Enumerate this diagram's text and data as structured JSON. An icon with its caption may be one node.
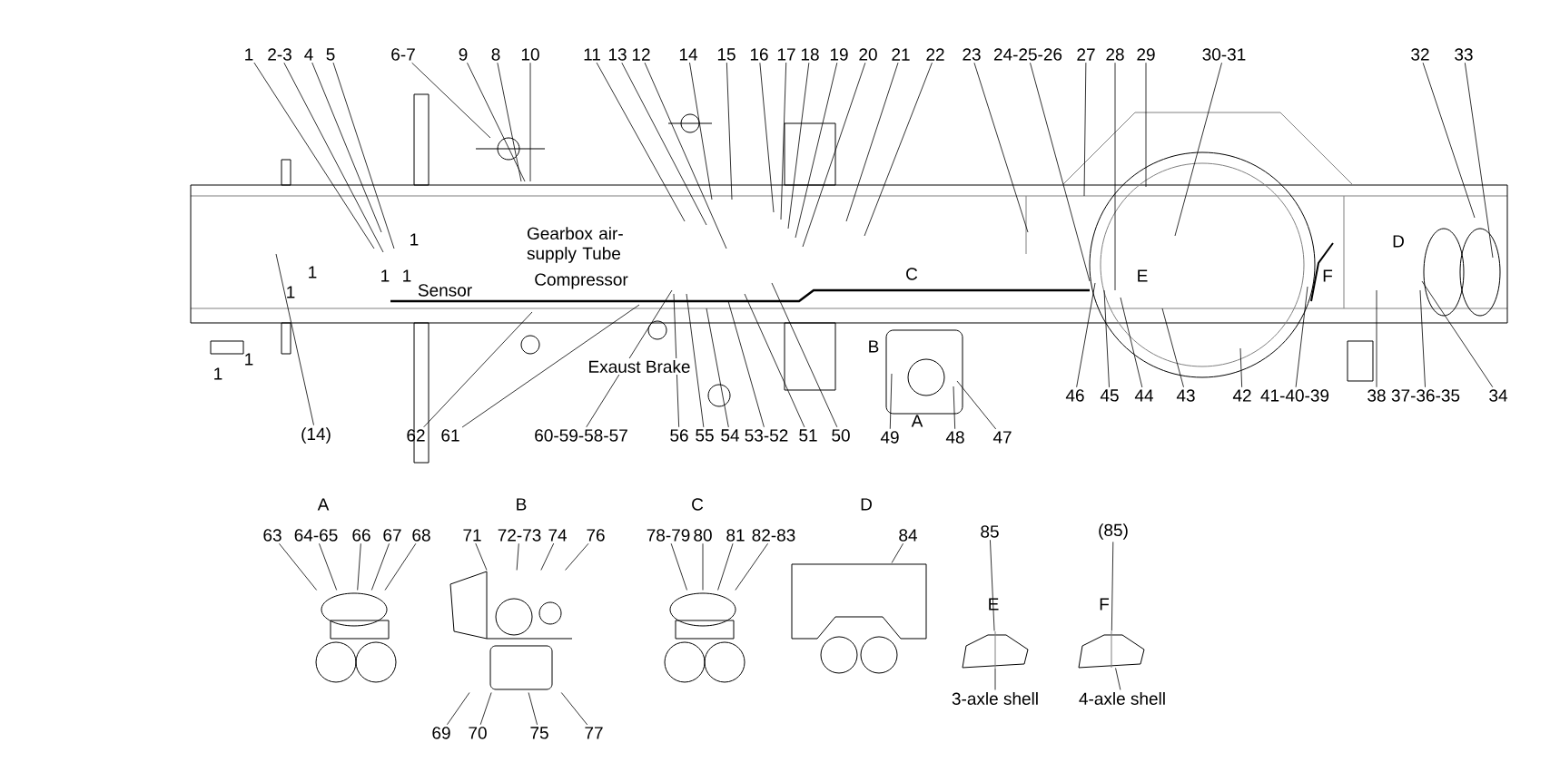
{
  "diagram": {
    "nodes": [
      {
        "text": [
          "1"
        ]
      },
      {
        "text": [
          "2-3"
        ]
      },
      {
        "text": [
          "4"
        ]
      },
      {
        "text": [
          "5"
        ]
      },
      {
        "text": [
          "6-7"
        ]
      },
      {
        "text": [
          "9"
        ]
      },
      {
        "text": [
          "8"
        ]
      },
      {
        "text": [
          "10"
        ]
      },
      {
        "text": [
          "11"
        ]
      },
      {
        "text": [
          "13"
        ]
      },
      {
        "text": [
          "12"
        ]
      },
      {
        "text": [
          "14"
        ]
      },
      {
        "text": [
          "15"
        ]
      },
      {
        "text": [
          "16"
        ]
      },
      {
        "text": [
          "17"
        ]
      },
      {
        "text": [
          "18"
        ]
      },
      {
        "text": [
          "19"
        ]
      },
      {
        "text": [
          "20"
        ]
      },
      {
        "text": [
          "21"
        ]
      },
      {
        "text": [
          "22"
        ]
      },
      {
        "text": [
          "23"
        ]
      },
      {
        "text": [
          "24-25-26"
        ]
      },
      {
        "text": [
          "27"
        ]
      },
      {
        "text": [
          "28"
        ]
      },
      {
        "text": [
          "29"
        ]
      },
      {
        "text": [
          "30-31"
        ]
      },
      {
        "text": [
          "32"
        ]
      },
      {
        "text": [
          "33"
        ]
      },
      {
        "text": [
          "(14)"
        ]
      },
      {
        "text": [
          "62"
        ]
      },
      {
        "text": [
          "61"
        ]
      },
      {
        "text": [
          "60-59-58-57"
        ]
      },
      {
        "text": [
          "56"
        ]
      },
      {
        "text": [
          "55"
        ]
      },
      {
        "text": [
          "54"
        ]
      },
      {
        "text": [
          "53-52"
        ]
      },
      {
        "text": [
          "51"
        ]
      },
      {
        "text": [
          "50"
        ]
      },
      {
        "text": [
          "49"
        ]
      },
      {
        "text": [
          "48"
        ]
      },
      {
        "text": [
          "47"
        ]
      },
      {
        "text": [
          "46"
        ]
      },
      {
        "text": [
          "45"
        ]
      },
      {
        "text": [
          "44"
        ]
      },
      {
        "text": [
          "43"
        ]
      },
      {
        "text": [
          "42"
        ]
      },
      {
        "text": [
          "41-40-39"
        ]
      },
      {
        "text": [
          "38"
        ]
      },
      {
        "text": [
          "37-36-35"
        ]
      },
      {
        "text": [
          "34"
        ]
      },
      {
        "text": [
          "63"
        ]
      },
      {
        "text": [
          "64-65"
        ]
      },
      {
        "text": [
          "66"
        ]
      },
      {
        "text": [
          "67"
        ]
      },
      {
        "text": [
          "68"
        ]
      },
      {
        "text": [
          "71"
        ]
      },
      {
        "text": [
          "72-73"
        ]
      },
      {
        "text": [
          "74"
        ]
      },
      {
        "text": [
          "76"
        ]
      },
      {
        "text": [
          "78-79"
        ]
      },
      {
        "text": [
          "80"
        ]
      },
      {
        "text": [
          "81"
        ]
      },
      {
        "text": [
          "82-83"
        ]
      },
      {
        "text": [
          "84"
        ]
      },
      {
        "text": [
          "85"
        ]
      },
      {
        "text": [
          "(85)"
        ]
      },
      {
        "text": [
          "69"
        ]
      },
      {
        "text": [
          "70"
        ]
      },
      {
        "text": [
          "75"
        ]
      },
      {
        "text": [
          "77"
        ]
      },
      {
        "text": [
          "3-axle shell"
        ]
      },
      {
        "text": [
          "4-axle shell"
        ]
      },
      {
        "text": [],
        "shape": "picture"
      },
      {
        "text": [],
        "shape": "picture"
      },
      {
        "text": [],
        "shape": "picture"
      },
      {
        "text": [],
        "shape": "picture"
      },
      {
        "text": [],
        "shape": "picture"
      },
      {
        "text": [],
        "shape": "picture"
      }
    ],
    "edges": [
      {
        "from": 0,
        "to": null,
        "arrow": "none"
      },
      {
        "from": 1,
        "to": null,
        "arrow": "none"
      },
      {
        "from": 2,
        "to": null,
        "arrow": "none"
      },
      {
        "from": 3,
        "to": null,
        "arrow": "none"
      },
      {
        "from": 4,
        "to": null,
        "arrow": "none"
      },
      {
        "from": 5,
        "to": null,
        "arrow": "none"
      },
      {
        "from": 6,
        "to": null,
        "arrow": "none"
      },
      {
        "from": 7,
        "to": null,
        "arrow": "none"
      },
      {
        "from": 8,
        "to": null,
        "arrow": "none"
      },
      {
        "from": 9,
        "to": null,
        "arrow": "none"
      },
      {
        "from": 10,
        "to": null,
        "arrow": "none"
      },
      {
        "from": 11,
        "to": null,
        "arrow": "none"
      },
      {
        "from": 12,
        "to": null,
        "arrow": "none"
      },
      {
        "from": 13,
        "to": null,
        "arrow": "none"
      },
      {
        "from": 14,
        "to": null,
        "arrow": "none"
      },
      {
        "from": 15,
        "to": null,
        "arrow": "none"
      },
      {
        "from": 16,
        "to": null,
        "arrow": "none"
      },
      {
        "from": 17,
        "to": null,
        "arrow": "none"
      },
      {
        "from": 18,
        "to": null,
        "arrow": "none"
      },
      {
        "from": 19,
        "to": null,
        "arrow": "none"
      },
      {
        "from": 20,
        "to": null,
        "arrow": "none"
      },
      {
        "from": 21,
        "to": null,
        "arrow": "none"
      },
      {
        "from": 22,
        "to": null,
        "arrow": "none"
      },
      {
        "from": 23,
        "to": null,
        "arrow": "none"
      },
      {
        "from": 24,
        "to": null,
        "arrow": "none"
      },
      {
        "from": 25,
        "to": null,
        "arrow": "none"
      },
      {
        "from": 26,
        "to": null,
        "arrow": "none"
      },
      {
        "from": 27,
        "to": null,
        "arrow": "none"
      },
      {
        "from": 28,
        "to": null,
        "arrow": "none"
      },
      {
        "from": 29,
        "to": null,
        "arrow": "none"
      },
      {
        "from": 30,
        "to": null,
        "arrow": "none"
      },
      {
        "from": 31,
        "to": null,
        "arrow": "none"
      },
      {
        "from": 32,
        "to": null,
        "arrow": "none"
      },
      {
        "from": 33,
        "to": null,
        "arrow": "none"
      },
      {
        "from": 34,
        "to": null,
        "arrow": "none"
      },
      {
        "from": 35,
        "to": null,
        "arrow": "none"
      },
      {
        "from": 36,
        "to": null,
        "arrow": "none"
      },
      {
        "from": 37,
        "to": null,
        "arrow": "none"
      },
      {
        "from": 38,
        "to": null,
        "arrow": "none"
      },
      {
        "from": 39,
        "to": null,
        "arrow": "none"
      },
      {
        "from": 40,
        "to": null,
        "arrow": "none"
      },
      {
        "from": 41,
        "to": null,
        "arrow": "none"
      },
      {
        "from": 42,
        "to": null,
        "arrow": "none"
      },
      {
        "from": 43,
        "to": null,
        "arrow": "none"
      },
      {
        "from": 44,
        "to": null,
        "arrow": "none"
      },
      {
        "from": 45,
        "to": null,
        "arrow": "none"
      },
      {
        "from": 46,
        "to": null,
        "arrow": "none"
      },
      {
        "from": 47,
        "to": null,
        "arrow": "none"
      },
      {
        "from": 48,
        "to": null,
        "arrow": "none"
      },
      {
        "from": 49,
        "to": null,
        "arrow": "none"
      },
      {
        "from": 50,
        "to": 72,
        "arrow": "none"
      },
      {
        "from": 51,
        "to": 72,
        "arrow": "none"
      },
      {
        "from": 52,
        "to": 72,
        "arrow": "none"
      },
      {
        "from": 53,
        "to": 72,
        "arrow": "none"
      },
      {
        "from": 54,
        "to": 72,
        "arrow": "none"
      },
      {
        "from": 55,
        "to": 73,
        "arrow": "none"
      },
      {
        "from": 56,
        "to": 73,
        "arrow": "none"
      },
      {
        "from": 57,
        "to": 73,
        "arrow": "none"
      },
      {
        "from": 58,
        "to": 73,
        "arrow": "none"
      },
      {
        "from": 59,
        "to": 74,
        "arrow": "none"
      },
      {
        "from": 60,
        "to": 74,
        "arrow": "none"
      },
      {
        "from": 61,
        "to": 74,
        "arrow": "none"
      },
      {
        "from": 62,
        "to": 74,
        "arrow": "none"
      },
      {
        "from": 63,
        "to": 75,
        "arrow": "none"
      },
      {
        "from": 64,
        "to": 76,
        "arrow": "none"
      },
      {
        "from": 65,
        "to": 77,
        "arrow": "none"
      },
      {
        "from": 66,
        "to": 73,
        "arrow": "none"
      },
      {
        "from": 67,
        "to": 73,
        "arrow": "none"
      },
      {
        "from": 68,
        "to": 73,
        "arrow": "none"
      },
      {
        "from": 69,
        "to": 73,
        "arrow": "none"
      },
      {
        "from": 70,
        "to": 76,
        "arrow": "none"
      },
      {
        "from": 71,
        "to": 77,
        "arrow": "none"
      }
    ],
    "labels": [
      "1",
      "Gearbox air-supply Tube",
      "D",
      "1",
      "1",
      "1",
      "C",
      "E",
      "F",
      "1",
      "Sensor",
      "Compressor",
      "B",
      "1",
      "1",
      "Exaust Brake",
      "A",
      "A",
      "B",
      "C",
      "D",
      "E",
      "F"
    ]
  }
}
